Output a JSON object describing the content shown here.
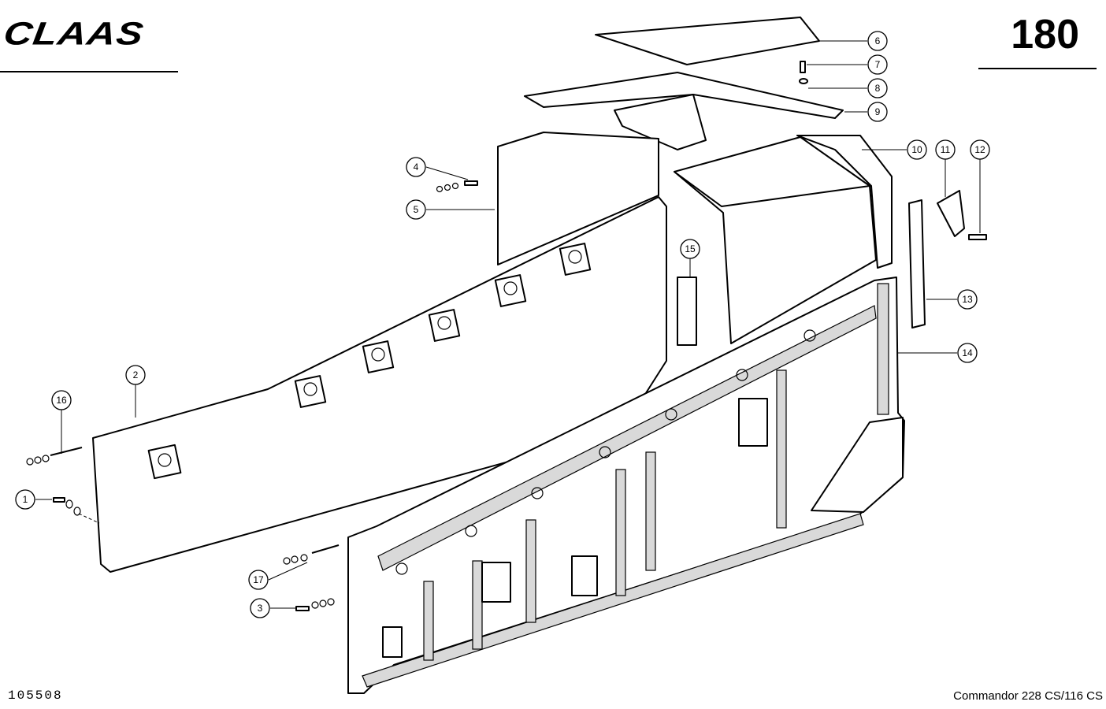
{
  "header": {
    "brand": "CLAAS",
    "page_number": "180"
  },
  "footer": {
    "drawing_number": "105508",
    "model": "Commandor 228 CS/116 CS"
  },
  "callouts": [
    {
      "id": "1",
      "label": "1"
    },
    {
      "id": "2",
      "label": "2"
    },
    {
      "id": "3",
      "label": "3"
    },
    {
      "id": "4",
      "label": "4"
    },
    {
      "id": "5",
      "label": "5"
    },
    {
      "id": "6",
      "label": "6"
    },
    {
      "id": "7",
      "label": "7"
    },
    {
      "id": "8",
      "label": "8"
    },
    {
      "id": "9",
      "label": "9"
    },
    {
      "id": "10",
      "label": "10"
    },
    {
      "id": "11",
      "label": "11"
    },
    {
      "id": "12",
      "label": "12"
    },
    {
      "id": "13",
      "label": "13"
    },
    {
      "id": "14",
      "label": "14"
    },
    {
      "id": "15",
      "label": "15"
    },
    {
      "id": "16",
      "label": "16"
    },
    {
      "id": "17",
      "label": "17"
    }
  ]
}
